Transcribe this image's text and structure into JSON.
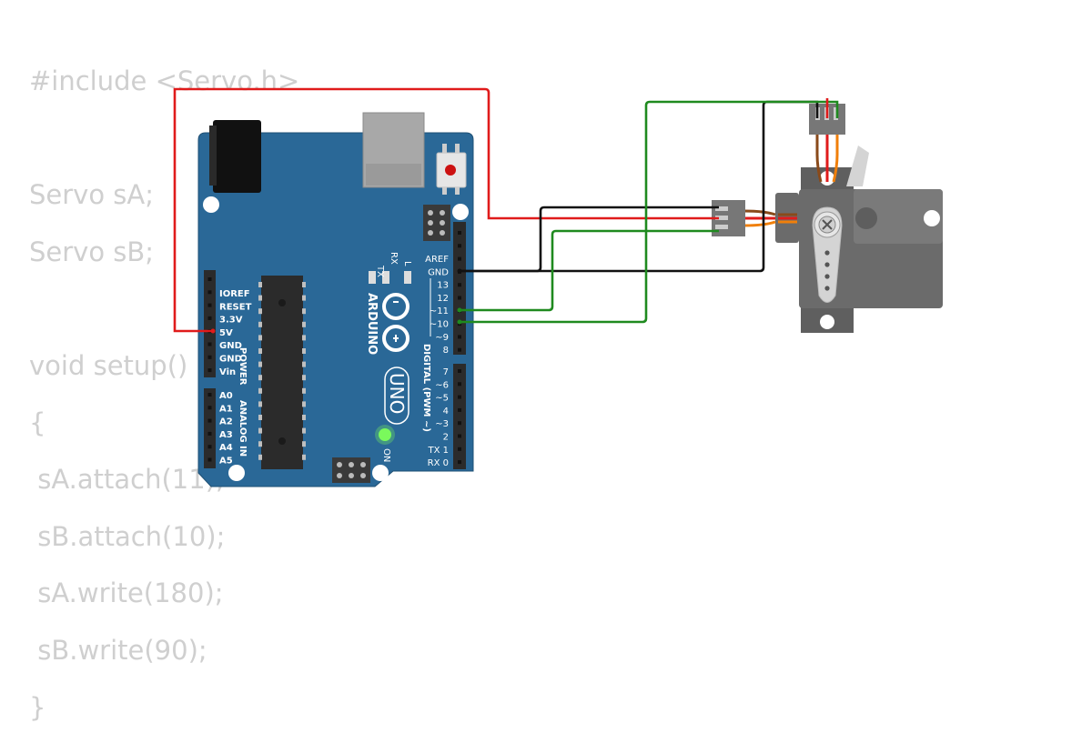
{
  "code": [
    "#include <Servo.h>",
    "",
    "Servo sA;",
    "Servo sB;",
    "",
    "void setup()",
    "{",
    " sA.attach(11);",
    " sB.attach(10);",
    " sA.write(180);",
    " sB.write(90);",
    "}"
  ],
  "board": {
    "brand": "ARDUINO",
    "model": "UNO",
    "on_label": "ON",
    "l_label": "L",
    "tx_label": "TX",
    "rx_label": "RX",
    "power_header": "POWER",
    "analog_header": "ANALOG IN",
    "digital_header": "DIGITAL (PWM ~)",
    "power_pins": [
      "IOREF",
      "RESET",
      "3.3V",
      "5V",
      "GND",
      "GND",
      "Vin"
    ],
    "analog_pins": [
      "A0",
      "A1",
      "A2",
      "A3",
      "A4",
      "A5"
    ],
    "digital_pins_top": [
      "AREF",
      "GND",
      "13",
      "12",
      "~11",
      "~10",
      "~9",
      "8"
    ],
    "digital_pins_bottom": [
      "7",
      "~6",
      "~5",
      "4",
      "~3",
      "2",
      "TX 1",
      "RX 0"
    ]
  },
  "colors": {
    "board": "#2a6897",
    "power_wire": "#e01b1b",
    "ground_wire": "#111111",
    "signal_wire": "#1f8a1f",
    "servo_body": "#6b6b6b",
    "code_text": "#cfcfcf"
  }
}
